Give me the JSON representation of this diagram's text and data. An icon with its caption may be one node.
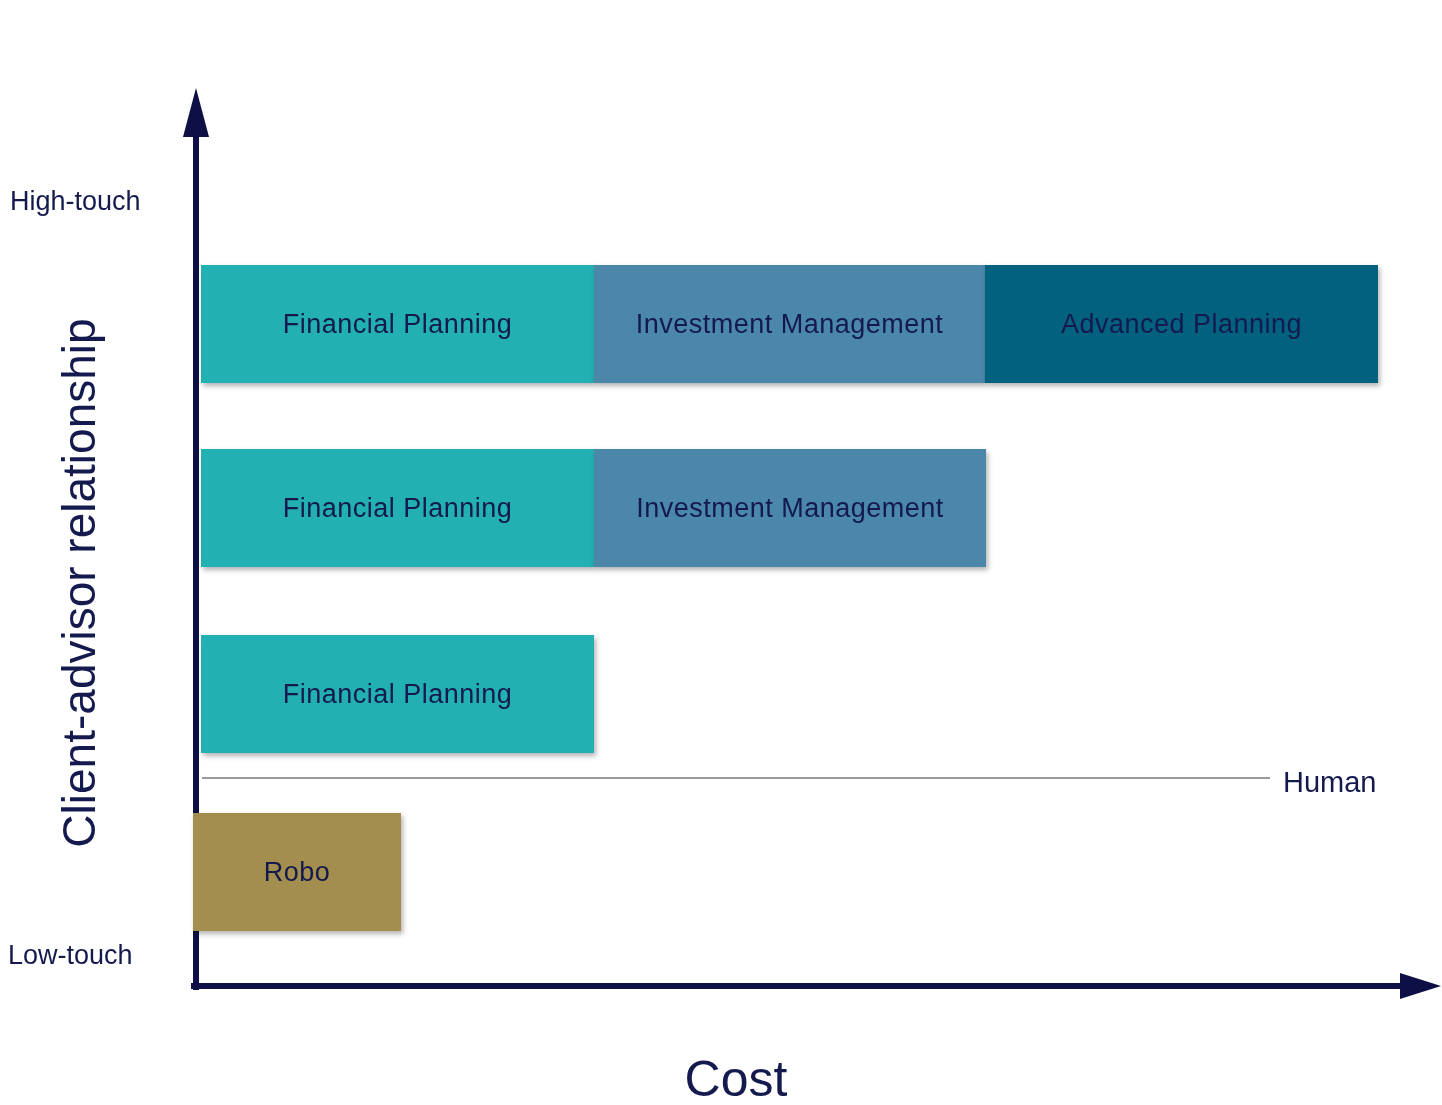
{
  "diagram": {
    "nodes": [
      {
        "text": [
          "Financial Planning"
        ]
      },
      {
        "text": [
          "Investment Management"
        ]
      },
      {
        "text": [
          "Advanced Planning"
        ]
      },
      {
        "text": [
          "Financial Planning"
        ]
      },
      {
        "text": [
          "Investment Management"
        ]
      },
      {
        "text": [
          "Financial Planning"
        ]
      },
      {
        "text": [
          "Robo"
        ]
      }
    ],
    "labels": [
      "High-touch",
      "Client-advisor relationship",
      "Human",
      "Low-touch",
      "Cost"
    ]
  }
}
